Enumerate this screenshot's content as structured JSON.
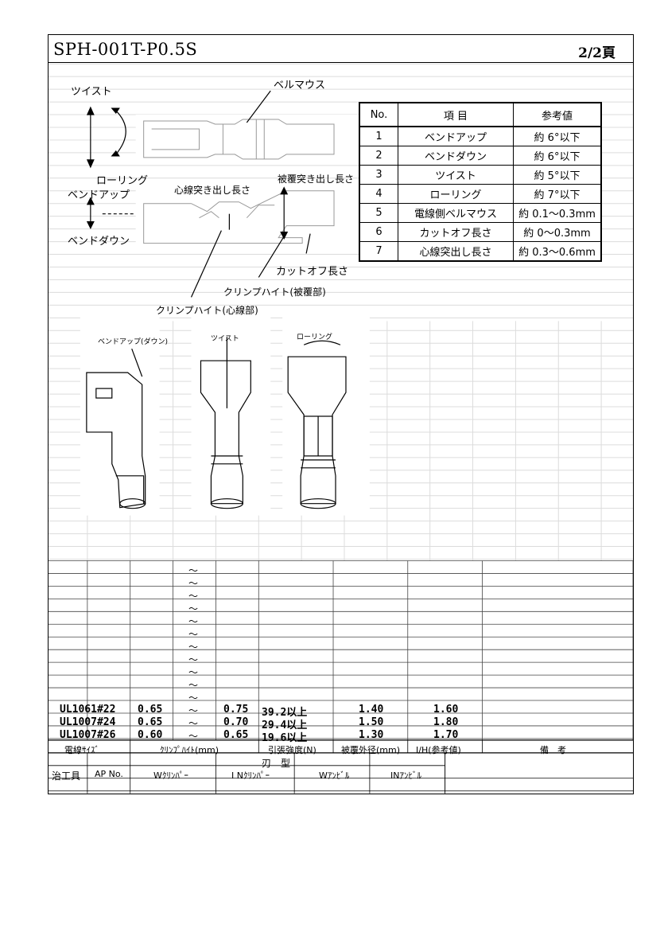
{
  "header": {
    "title": "SPH-001T-P0.5S",
    "page": "2/2頁"
  },
  "diagram_labels": {
    "twist": "ツイスト",
    "bellmouth": "ベルマウス",
    "rolling": "ローリング",
    "bend_up": "ベンドアップ",
    "bend_down": "ベンドダウン",
    "core_protrusion": "心線突き出し長さ",
    "insulation_protrusion": "被覆突き出し長さ",
    "cut_off": "カットオフ長さ",
    "crimp_height_insulation": "クリンプハイト(被覆部)",
    "crimp_height_core": "クリンプハイト(心線部)",
    "bend_updown_small": "ベンドアップ(ダウン)",
    "twist_small": "ツイスト",
    "rolling_small": "ローリング"
  },
  "spec_table": {
    "headers": [
      "No.",
      "項 目",
      "参考値"
    ],
    "rows": [
      [
        "1",
        "ベンドアップ",
        "約 6°以下"
      ],
      [
        "2",
        "ベンドダウン",
        "約 6°以下"
      ],
      [
        "3",
        "ツイスト",
        "約 5°以下"
      ],
      [
        "4",
        "ローリング",
        "約 7°以下"
      ],
      [
        "5",
        "電線側ベルマウス",
        "約 0.1〜0.3mm"
      ],
      [
        "6",
        "カットオフ長さ",
        "約 0〜0.3mm"
      ],
      [
        "7",
        "心線突出し長さ",
        "約 0.3〜0.6mm"
      ]
    ]
  },
  "data_table": {
    "tilde": "～",
    "rows": [
      {
        "wire": "UL1061#22",
        "ch_min": "0.65",
        "ch_max": "0.75",
        "strength": "39.2以上",
        "od": "1.40",
        "ih": "1.60"
      },
      {
        "wire": "UL1007#24",
        "ch_min": "0.65",
        "ch_max": "0.70",
        "strength": "29.4以上",
        "od": "1.50",
        "ih": "1.80"
      },
      {
        "wire": "UL1007#26",
        "ch_min": "0.60",
        "ch_max": "0.65",
        "strength": "19.6以上",
        "od": "1.30",
        "ih": "1.70"
      }
    ],
    "headers": {
      "wire_size": "電線ｻｲｽﾞ",
      "crimp_height": "ｸﾘﾝﾌﾟﾊｲﾄ(mm)",
      "tensile": "引張強度(N)",
      "outer_dia": "被覆外径(mm)",
      "ih": "I/H(参考値)",
      "remarks": "備　考"
    }
  },
  "tooling": {
    "blade_type": "刃　型",
    "tool": "治工具",
    "ap_no": "AP No.",
    "w_crimper": "Wｸﾘﾝﾊﾟｰ",
    "in_crimper": "I Nｸﾘﾝﾊﾟｰ",
    "w_anvil": "Wｱﾝﾋﾞﾙ",
    "in_anvil": "INｱﾝﾋﾞﾙ"
  }
}
